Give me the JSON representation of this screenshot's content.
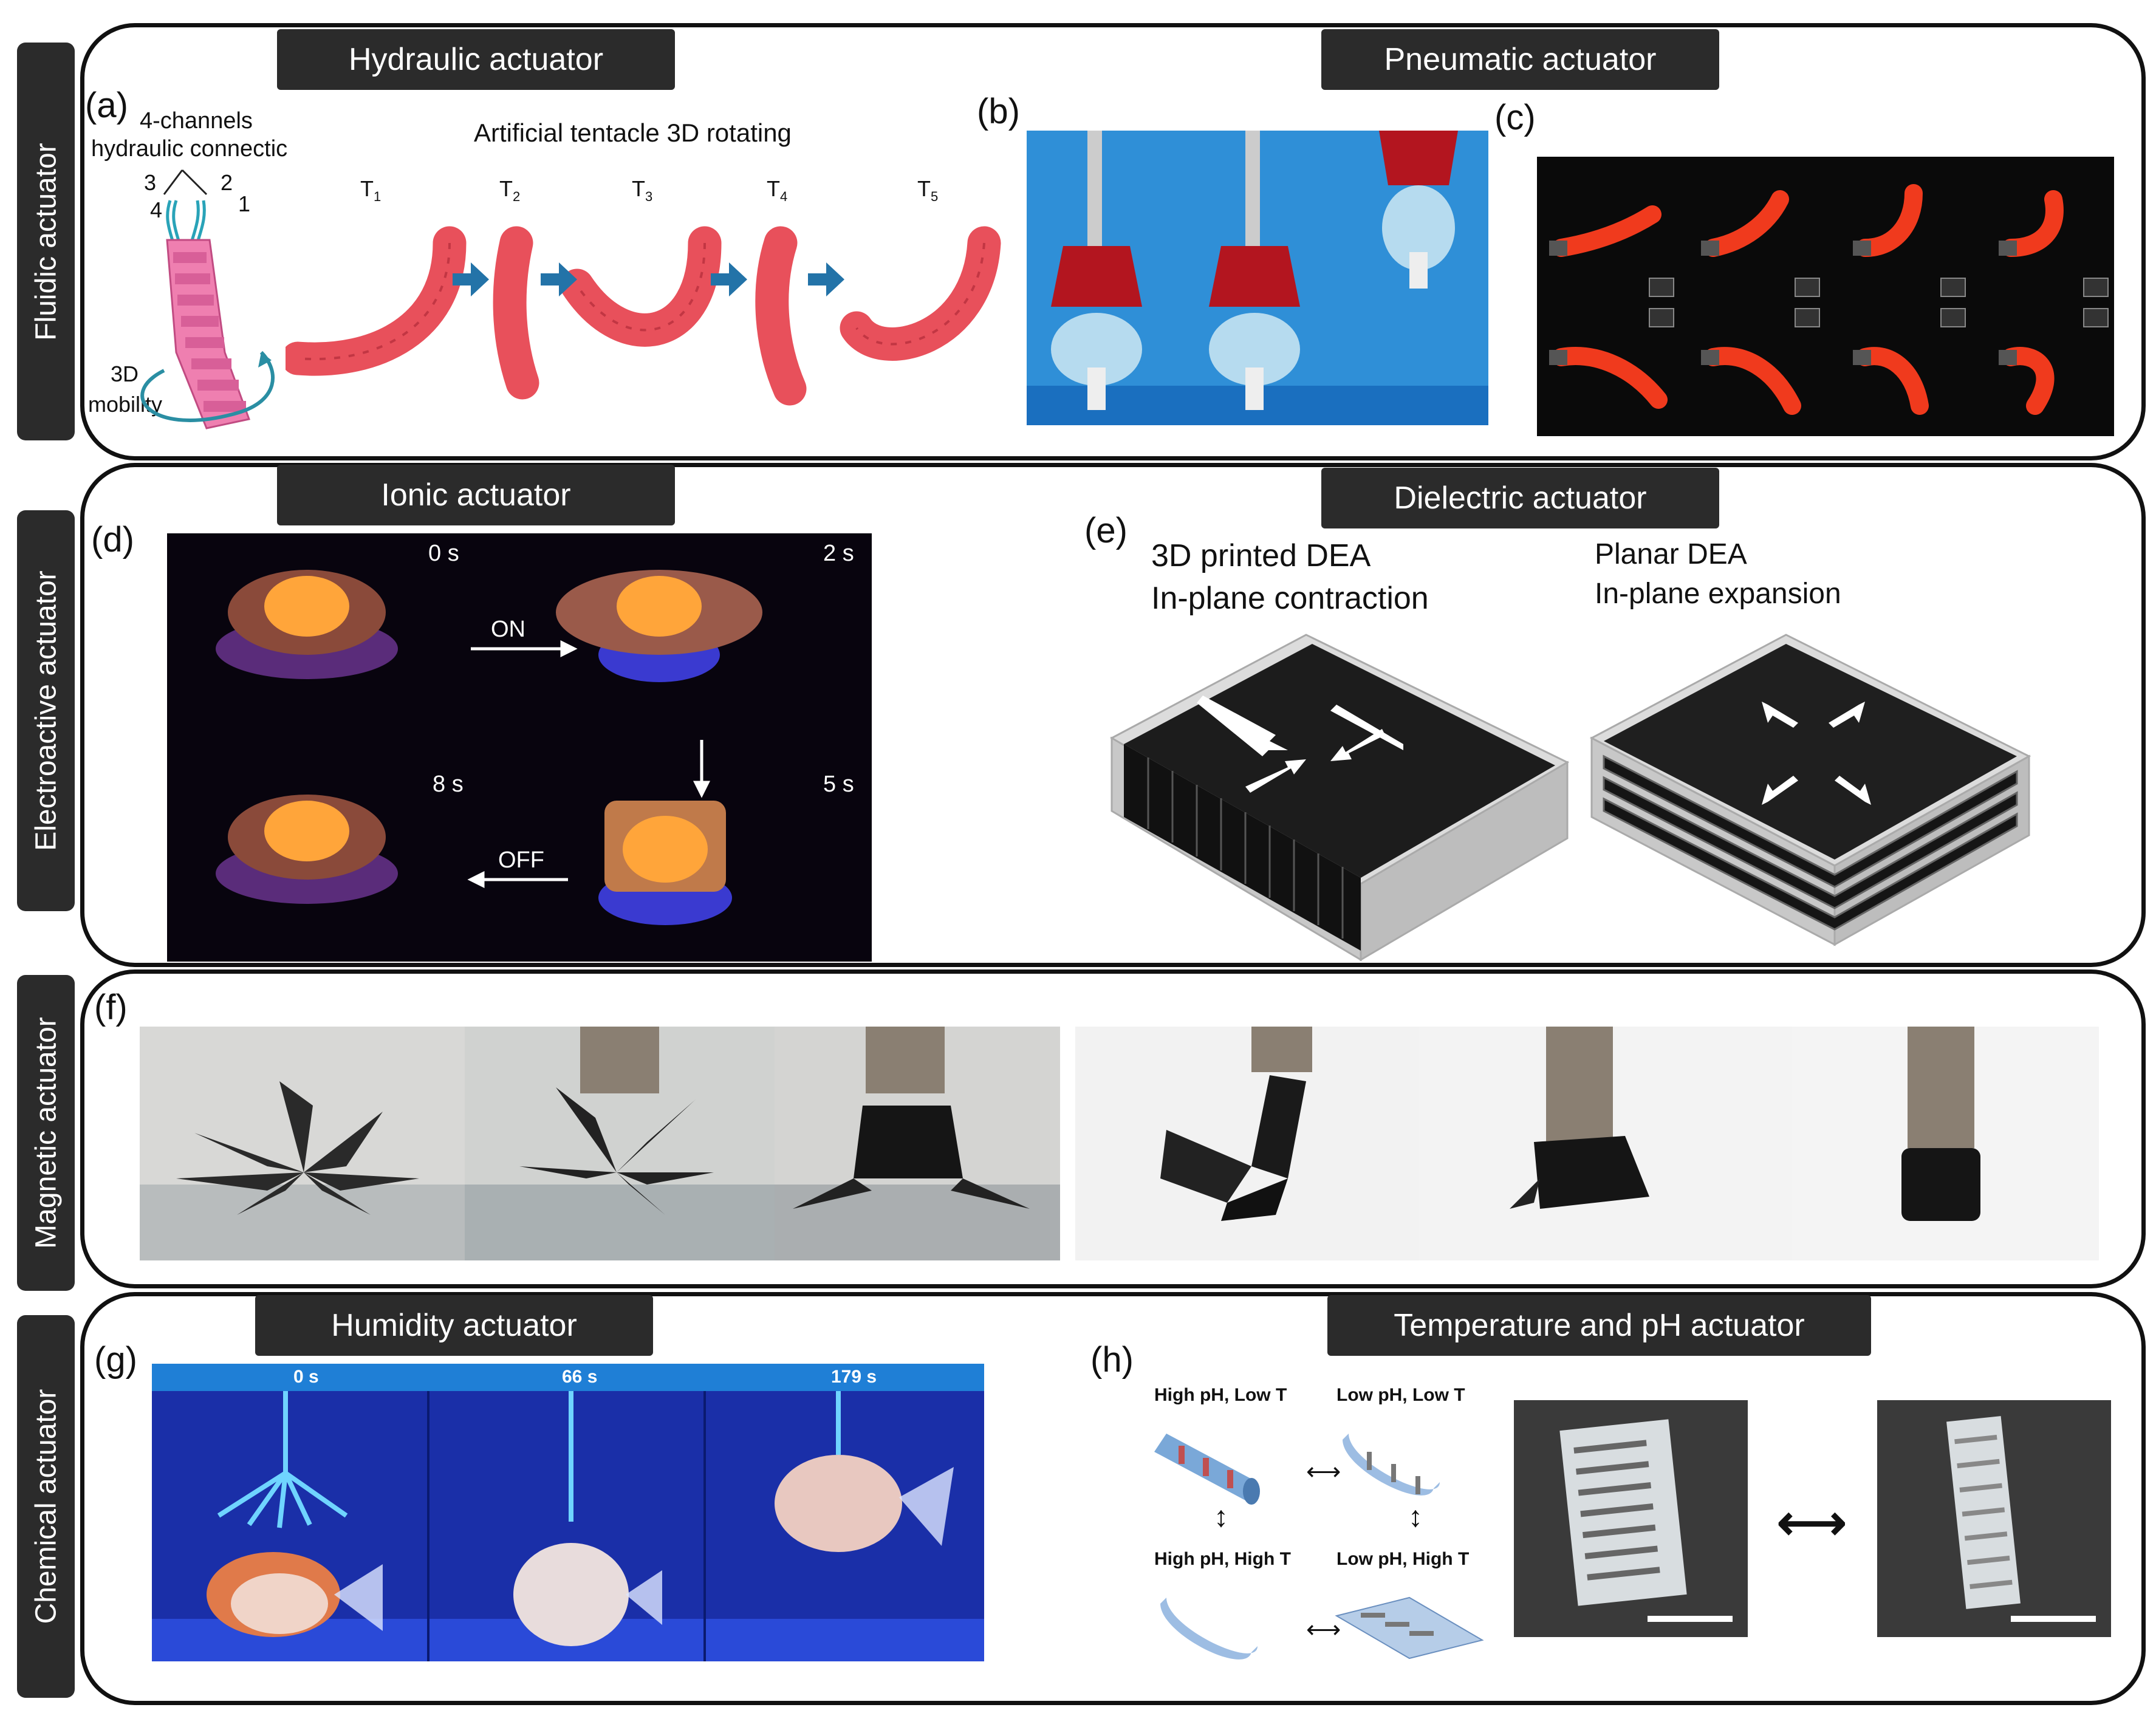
{
  "categories": {
    "fluidic": "Fluidic actuator",
    "electroactive": "Electroactive actuator",
    "magnetic": "Magnetic actuator",
    "chemical": "Chemical actuator"
  },
  "titles": {
    "hydraulic": "Hydraulic actuator",
    "pneumatic": "Pneumatic actuator",
    "ionic": "Ionic actuator",
    "dielectric": "Dielectric actuator",
    "humidity": "Humidity actuator",
    "temp_ph": "Temperature and pH actuator"
  },
  "panel_labels": [
    "(a)",
    "(b)",
    "(c)",
    "(d)",
    "(e)",
    "(f)",
    "(g)",
    "(h)"
  ],
  "panel_a": {
    "channels_line1": "4-channels",
    "channels_line2": "hydraulic connectic",
    "ch3": "3",
    "ch2": "2",
    "ch4": "4",
    "ch1": "1",
    "mobility_line1": "3D",
    "mobility_line2": "mobility",
    "heading": "Artificial tentacle 3D rotating",
    "times": [
      "T",
      "T",
      "T",
      "T",
      "T"
    ],
    "subs": [
      "1",
      "2",
      "3",
      "4",
      "5"
    ]
  },
  "panel_d": {
    "t0": "0 s",
    "t2": "2 s",
    "t5": "5 s",
    "t8": "8 s",
    "on": "ON",
    "off": "OFF"
  },
  "panel_e": {
    "left_line1": "3D printed DEA",
    "left_line2": "In-plane contraction",
    "right_line1": "Planar DEA",
    "right_line2": "In-plane expansion"
  },
  "panel_g": {
    "t0": "0 s",
    "t1": "66 s",
    "t2": "179 s"
  },
  "panel_h": {
    "hp_lt": "High pH, Low T",
    "lp_lt": "Low pH, Low T",
    "hp_ht": "High pH, High T",
    "lp_ht": "Low pH, High T",
    "arrow_lr": "⟷",
    "arrow_ud": "↕",
    "big_arrow": "⟷"
  },
  "colors": {
    "tentacle": "#e8505b",
    "fish_bg": "#1a2fa8",
    "ionic_glow": "#ffa53a",
    "pneumatic_red": "#b3151f"
  }
}
